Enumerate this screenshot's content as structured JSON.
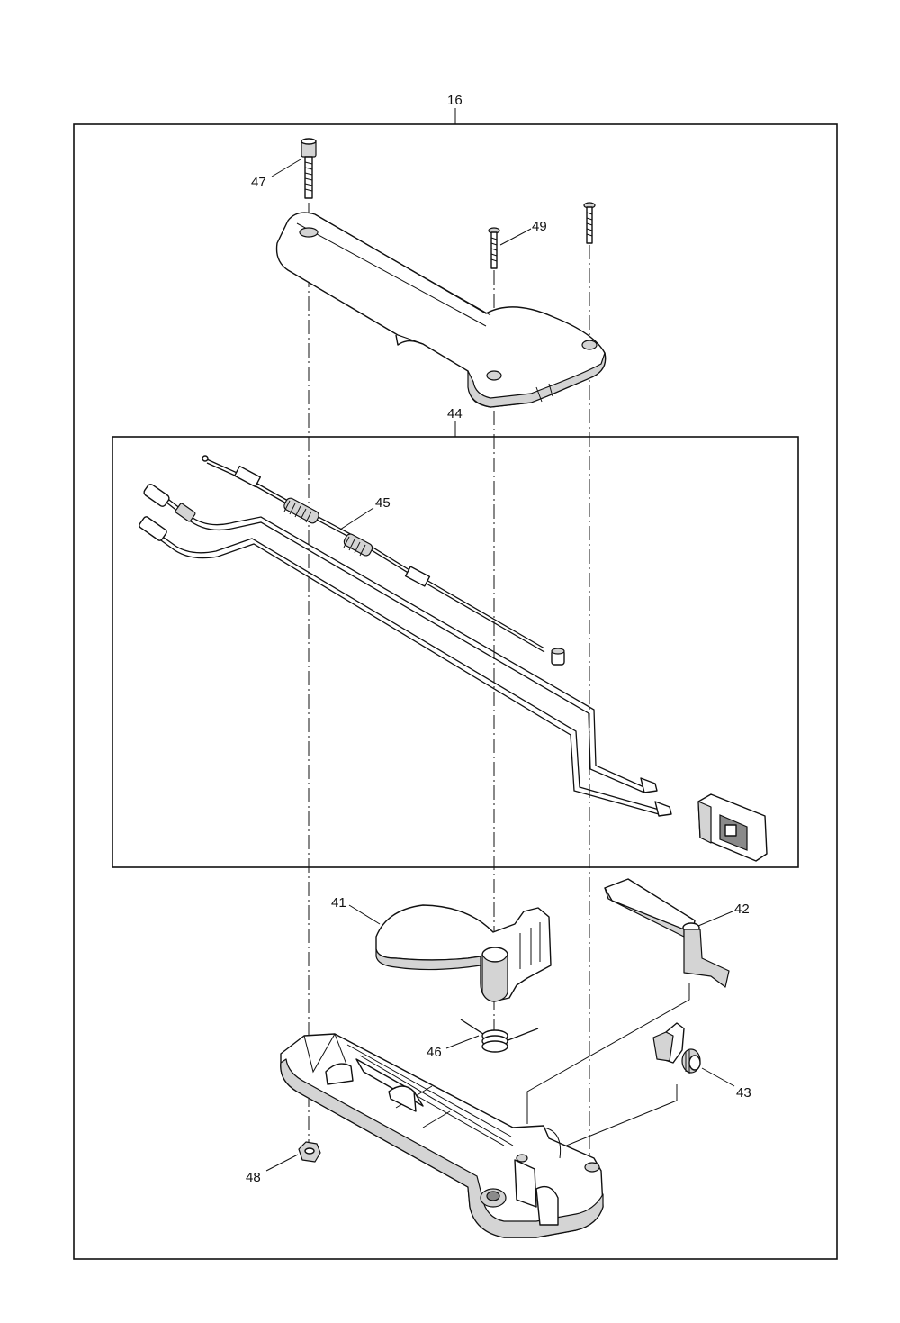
{
  "callouts": {
    "c16": "16",
    "c47": "47",
    "c49": "49",
    "c44": "44",
    "c45": "45",
    "c41": "41",
    "c42": "42",
    "c46": "46",
    "c43": "43",
    "c48": "48"
  }
}
